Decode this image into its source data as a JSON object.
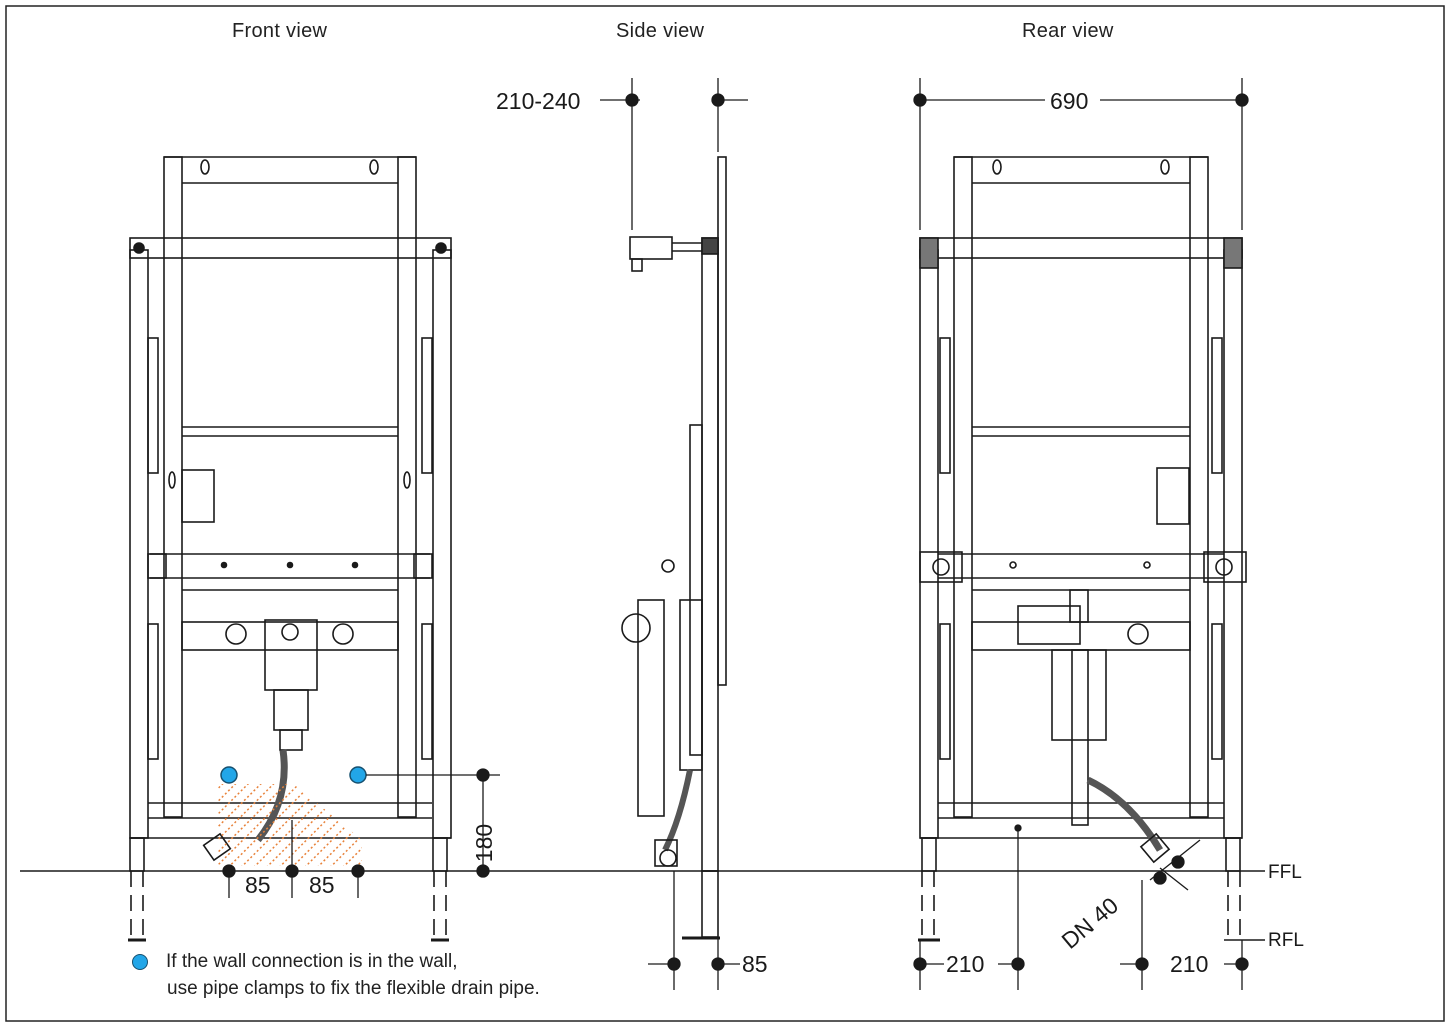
{
  "views": {
    "front": "Front view",
    "side": "Side view",
    "rear": "Rear view"
  },
  "dimensions": {
    "side_depth": "210-240",
    "rear_width": "690",
    "front_left": "85",
    "front_right": "85",
    "front_height": "180",
    "side_bottom": "85",
    "rear_left": "210",
    "rear_right": "210",
    "rear_drain": "DN 40"
  },
  "levels": {
    "ffl": "FFL",
    "rfl": "RFL"
  },
  "note": {
    "line1": "If the wall connection is in the wall,",
    "line2": "use pipe clamps to fix the flexible drain pipe."
  },
  "colors": {
    "frame": "#1a1a1a",
    "marker": "#22a6e8",
    "hatch": "#e8823a"
  }
}
